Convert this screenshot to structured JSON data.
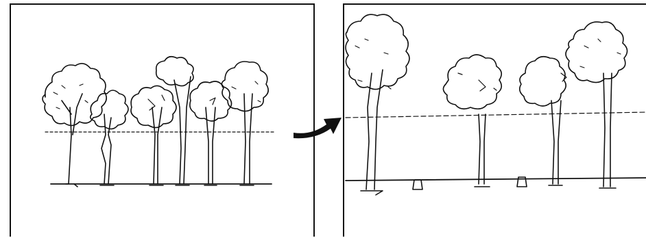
{
  "figure": {
    "panels": [
      {
        "id": "before",
        "description_name": "dense-forest-before-thinning"
      },
      {
        "id": "after",
        "description_name": "forest-after-thinning"
      }
    ],
    "arrow": {
      "icon": "curved-right-arrow-icon",
      "color": "#111111"
    },
    "colors": {
      "ink": "#111111",
      "paper": "#ffffff"
    }
  }
}
